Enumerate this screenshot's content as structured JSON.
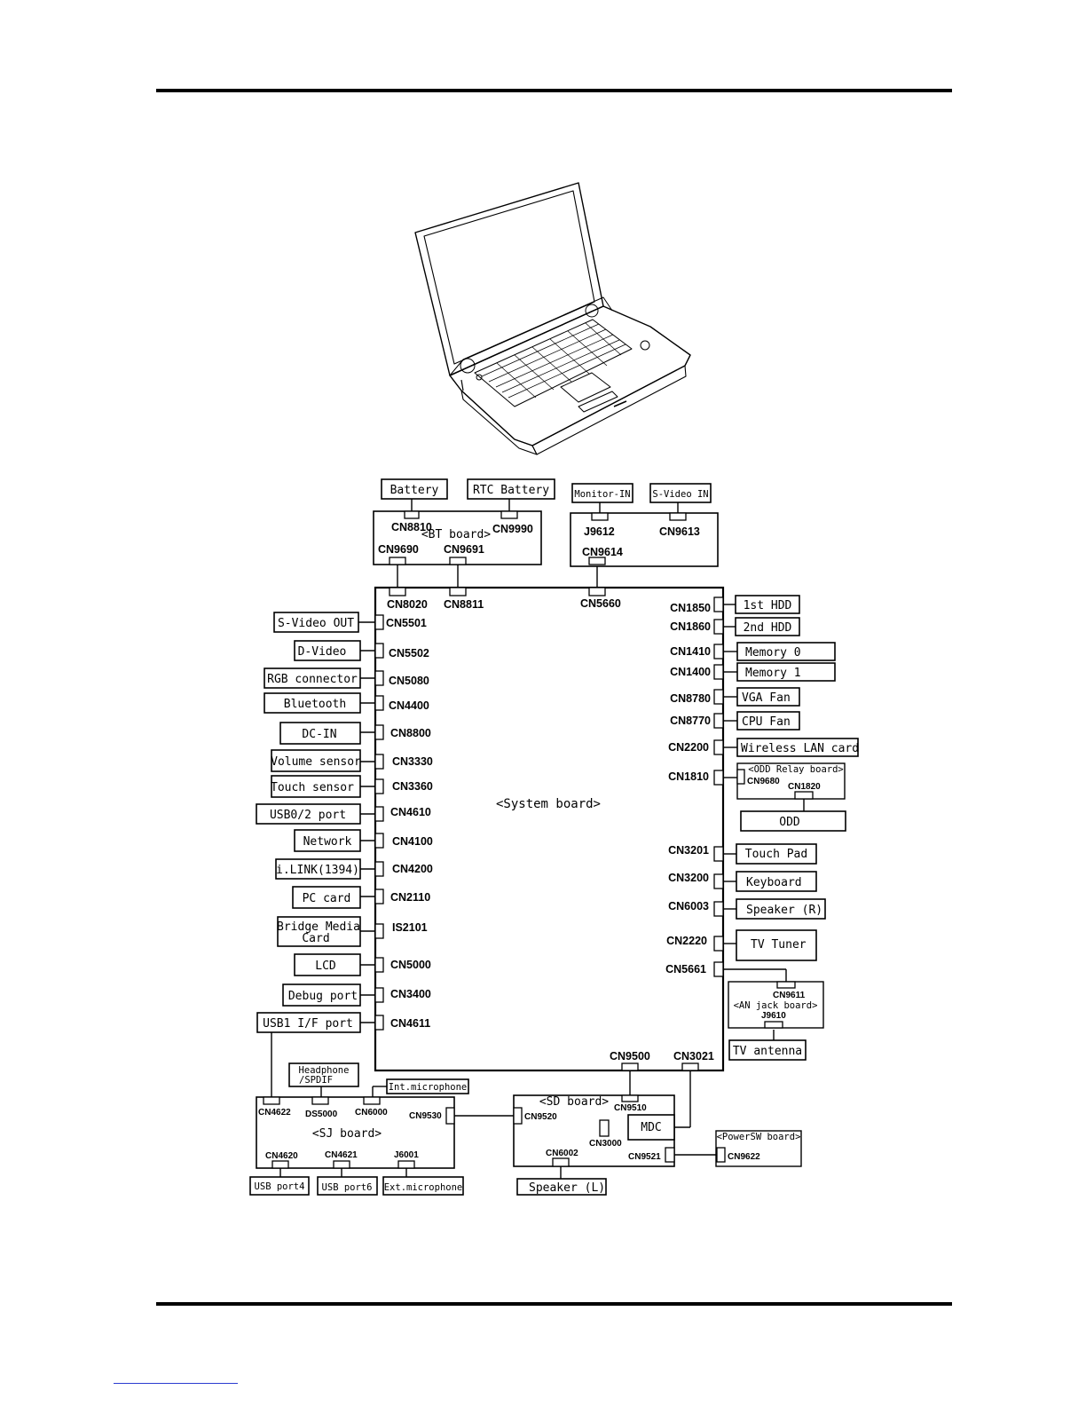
{
  "boxes": {
    "battery": "Battery",
    "rtc_battery": "RTC Battery",
    "monitor_in": "Monitor-IN",
    "svideo_in": "S-Video IN",
    "svideo_out": "S-Video OUT",
    "d_video": "D-Video",
    "rgb_connector": "RGB connector",
    "bluetooth": "Bluetooth",
    "dc_in": "DC-IN",
    "volume_sensor": "Volume sensor",
    "touch_sensor": "Touch sensor",
    "usb02_port": "USB0/2 port",
    "network": "Network",
    "ilink": "i.LINK(1394)",
    "pc_card": "PC card",
    "bridge_media_1": "Bridge Media",
    "bridge_media_2": "Card",
    "lcd": "LCD",
    "debug_port": "Debug port",
    "usb1_if_port": "USB1 I/F port",
    "hdd1": "1st HDD",
    "hdd2": "2nd HDD",
    "memory0": "Memory 0",
    "memory1": "Memory 1",
    "vga_fan": "VGA Fan",
    "cpu_fan": "CPU Fan",
    "wlan": "Wireless LAN card",
    "odd": "ODD",
    "touch_pad": "Touch Pad",
    "keyboard": "Keyboard",
    "speaker_r": "Speaker (R)",
    "tv_tuner": "TV Tuner",
    "tv_antenna": "TV antenna",
    "headphone_1": "Headphone",
    "headphone_2": "/SPDIF",
    "int_mic": "Int.microphone",
    "usb_port4": "USB port4",
    "usb_port6": "USB port6",
    "ext_mic": "Ext.microphone",
    "mdc": "MDC",
    "speaker_l": "Speaker (L)"
  },
  "boards": {
    "system": "<System board>",
    "bt": "<BT board>",
    "odd_relay": "<ODD Relay board>",
    "an_jack": "<AN jack board>",
    "sj": "<SJ board>",
    "sd": "<SD board>",
    "powersw": "<PowerSW board>"
  },
  "connectors": {
    "cn8810": "CN8810",
    "cn9990": "CN9990",
    "cn9690": "CN9690",
    "cn9691": "CN9691",
    "j9612": "J9612",
    "cn9613": "CN9613",
    "cn9614": "CN9614",
    "cn8020": "CN8020",
    "cn8811": "CN8811",
    "cn5660": "CN5660",
    "cn5501": "CN5501",
    "cn5502": "CN5502",
    "cn5080": "CN5080",
    "cn4400": "CN4400",
    "cn8800": "CN8800",
    "cn3330": "CN3330",
    "cn3360": "CN3360",
    "cn4610": "CN4610",
    "cn4100": "CN4100",
    "cn4200": "CN4200",
    "cn2110": "CN2110",
    "is2101": "IS2101",
    "cn5000": "CN5000",
    "cn3400": "CN3400",
    "cn4611": "CN4611",
    "cn1850": "CN1850",
    "cn1860": "CN1860",
    "cn1410": "CN1410",
    "cn1400": "CN1400",
    "cn8780": "CN8780",
    "cn8770": "CN8770",
    "cn2200": "CN2200",
    "cn1810": "CN1810",
    "cn9680": "CN9680",
    "cn1820": "CN1820",
    "cn3201": "CN3201",
    "cn3200": "CN3200",
    "cn6003": "CN6003",
    "cn2220": "CN2220",
    "cn5661": "CN5661",
    "cn9611": "CN9611",
    "j9610": "J9610",
    "cn9500": "CN9500",
    "cn3021": "CN3021",
    "cn4622": "CN4622",
    "ds5000": "DS5000",
    "cn6000": "CN6000",
    "cn9530": "CN9530",
    "cn4620": "CN4620",
    "cn4621": "CN4621",
    "j6001": "J6001",
    "cn9520": "CN9520",
    "cn9510": "CN9510",
    "cn3000": "CN3000",
    "cn6002": "CN6002",
    "cn9521": "CN9521",
    "cn9622": "CN9622"
  }
}
